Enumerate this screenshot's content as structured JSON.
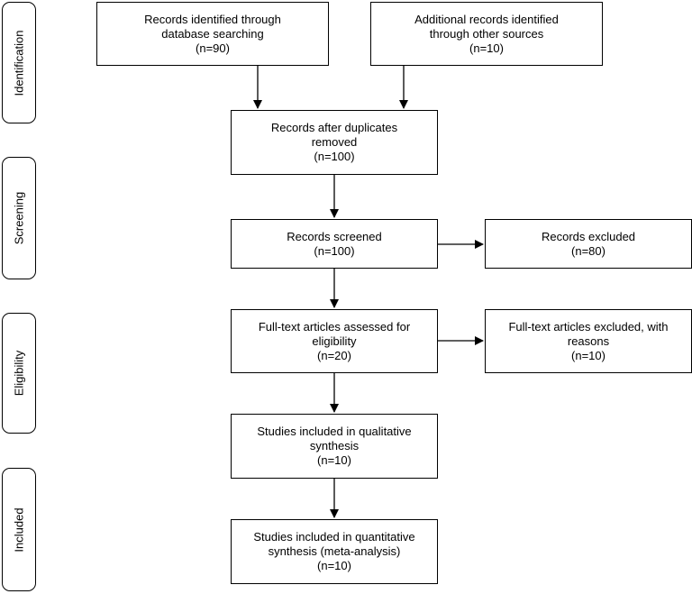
{
  "phases": {
    "identification": "Identification",
    "screening": "Screening",
    "eligibility": "Eligibility",
    "included": "Included"
  },
  "boxes": {
    "db_search": {
      "lines": [
        "Records identified through",
        "database searching",
        "(n=90)"
      ]
    },
    "other_sources": {
      "lines": [
        "Additional records identified",
        "through other sources",
        "(n=10)"
      ]
    },
    "dedup": {
      "lines": [
        "Records after duplicates",
        "removed",
        "(n=100)"
      ]
    },
    "screened": {
      "lines": [
        "Records screened",
        "(n=100)"
      ]
    },
    "excluded": {
      "lines": [
        "Records excluded",
        "(n=80)"
      ]
    },
    "fulltext": {
      "lines": [
        "Full-text articles assessed for",
        "eligibility",
        "(n=20)"
      ]
    },
    "fulltext_excluded": {
      "lines": [
        "Full-text articles excluded, with",
        "reasons",
        "(n=10)"
      ]
    },
    "qualitative": {
      "lines": [
        "Studies included in qualitative",
        "synthesis",
        "(n=10)"
      ]
    },
    "quantitative": {
      "lines": [
        "Studies included in quantitative",
        "synthesis (meta-analysis)",
        "(n=10)"
      ]
    }
  }
}
